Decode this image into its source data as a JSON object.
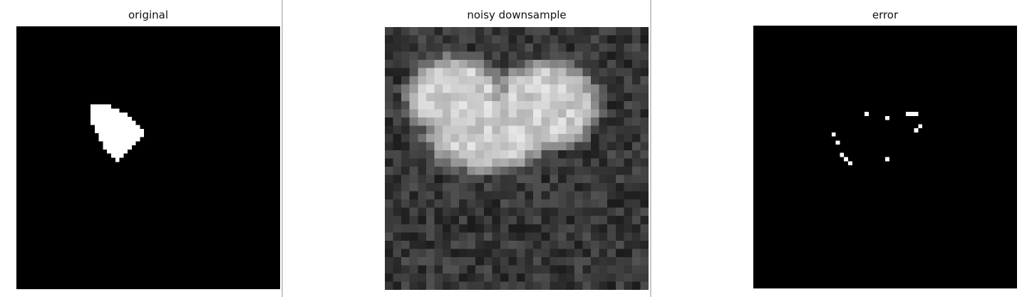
{
  "panels": [
    {
      "title": "original",
      "kind": "binary-mask",
      "grid_size": 64,
      "foreground_color": "#ffffff",
      "background_color": "#000000",
      "mask_rows": [
        {
          "row": 19,
          "from": 18,
          "to": 22
        },
        {
          "row": 20,
          "from": 18,
          "to": 24
        },
        {
          "row": 21,
          "from": 18,
          "to": 26
        },
        {
          "row": 22,
          "from": 18,
          "to": 27
        },
        {
          "row": 23,
          "from": 18,
          "to": 28
        },
        {
          "row": 24,
          "from": 19,
          "to": 29
        },
        {
          "row": 25,
          "from": 19,
          "to": 30
        },
        {
          "row": 26,
          "from": 20,
          "to": 30
        },
        {
          "row": 27,
          "from": 20,
          "to": 29
        },
        {
          "row": 28,
          "from": 21,
          "to": 28
        },
        {
          "row": 29,
          "from": 21,
          "to": 27
        },
        {
          "row": 30,
          "from": 22,
          "to": 26
        },
        {
          "row": 31,
          "from": 23,
          "to": 25
        },
        {
          "row": 32,
          "from": 24,
          "to": 24
        }
      ]
    },
    {
      "title": "noisy downsample",
      "kind": "grayscale-noisy",
      "grid_size": 32
    },
    {
      "title": "error",
      "kind": "sparse-error-pixels",
      "grid_size": 64,
      "foreground_color": "#ffffff",
      "background_color": "#000000",
      "error_pixels": [
        [
          27,
          21
        ],
        [
          32,
          22
        ],
        [
          37,
          21
        ],
        [
          38,
          21
        ],
        [
          39,
          21
        ],
        [
          39,
          25
        ],
        [
          40,
          24
        ],
        [
          19,
          26
        ],
        [
          20,
          28
        ],
        [
          21,
          31
        ],
        [
          22,
          32
        ],
        [
          23,
          33
        ],
        [
          32,
          32
        ]
      ]
    }
  ]
}
